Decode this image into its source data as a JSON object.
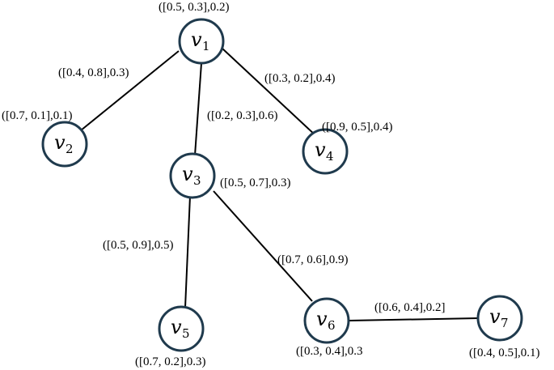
{
  "nodes": [
    {
      "id": "v1",
      "letter": "v",
      "sub": "1",
      "label": "([0.5, 0.3],0.2)"
    },
    {
      "id": "v2",
      "letter": "v",
      "sub": "2",
      "label": "([0.7, 0.1],0.1)"
    },
    {
      "id": "v3",
      "letter": "v",
      "sub": "3",
      "label": "([0.5, 0.7],0.3)"
    },
    {
      "id": "v4",
      "letter": "v",
      "sub": "4",
      "label": "([0.9, 0.5],0.4)"
    },
    {
      "id": "v5",
      "letter": "v",
      "sub": "5",
      "label": "([0.7, 0.2],0.3)"
    },
    {
      "id": "v6",
      "letter": "v",
      "sub": "6",
      "label": "([0.3, 0.4],0.3"
    },
    {
      "id": "v7",
      "letter": "v",
      "sub": "7",
      "label": "([0.4, 0.5],0.1)"
    }
  ],
  "edges": [
    {
      "from": "v1",
      "to": "v2",
      "label": "([0.4, 0.8],0.3)"
    },
    {
      "from": "v1",
      "to": "v3",
      "label": "([0.2, 0.3],0.6)"
    },
    {
      "from": "v1",
      "to": "v4",
      "label": "([0.3, 0.2],0.4)"
    },
    {
      "from": "v3",
      "to": "v5",
      "label": "([0.5, 0.9],0.5)"
    },
    {
      "from": "v3",
      "to": "v6",
      "label": "([0.7, 0.6],0.9)"
    },
    {
      "from": "v6",
      "to": "v7",
      "label": "([0.6, 0.4],0.2]"
    }
  ]
}
